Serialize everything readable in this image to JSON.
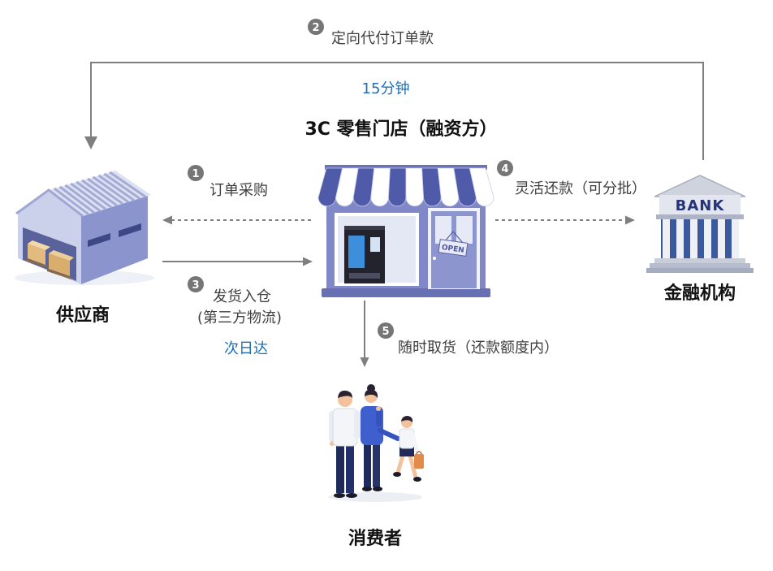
{
  "nodes": {
    "store": {
      "label": "3C 零售门店（融资方）",
      "sign_text": "OPEN"
    },
    "supplier": {
      "label": "供应商"
    },
    "bank": {
      "label": "金融机构",
      "sign_text": "BANK"
    },
    "consumer": {
      "label": "消费者"
    }
  },
  "steps": [
    {
      "num": "1",
      "label": "订单采购"
    },
    {
      "num": "2",
      "label": "定向代付订单款",
      "note": "15分钟"
    },
    {
      "num": "3",
      "label": "发货入仓",
      "sublabel": "(第三方物流)",
      "note": "次日达"
    },
    {
      "num": "4",
      "label": "灵活还款（可分批）"
    },
    {
      "num": "5",
      "label": "随时取货（还款额度内）"
    }
  ],
  "icons": {
    "supplier": "warehouse-icon",
    "store": "storefront-icon",
    "bank": "bank-building-icon",
    "consumer": "family-icon"
  },
  "colors": {
    "line": "#7f7f7f",
    "badge": "#767676",
    "text": "#404040",
    "note": "#1a6fb8",
    "title": "#111111",
    "store_body": "#8088c8",
    "awning_blue": "#4f5aa8",
    "bank_wall": "#3b5a9e",
    "accent_orange": "#e38b4b"
  }
}
